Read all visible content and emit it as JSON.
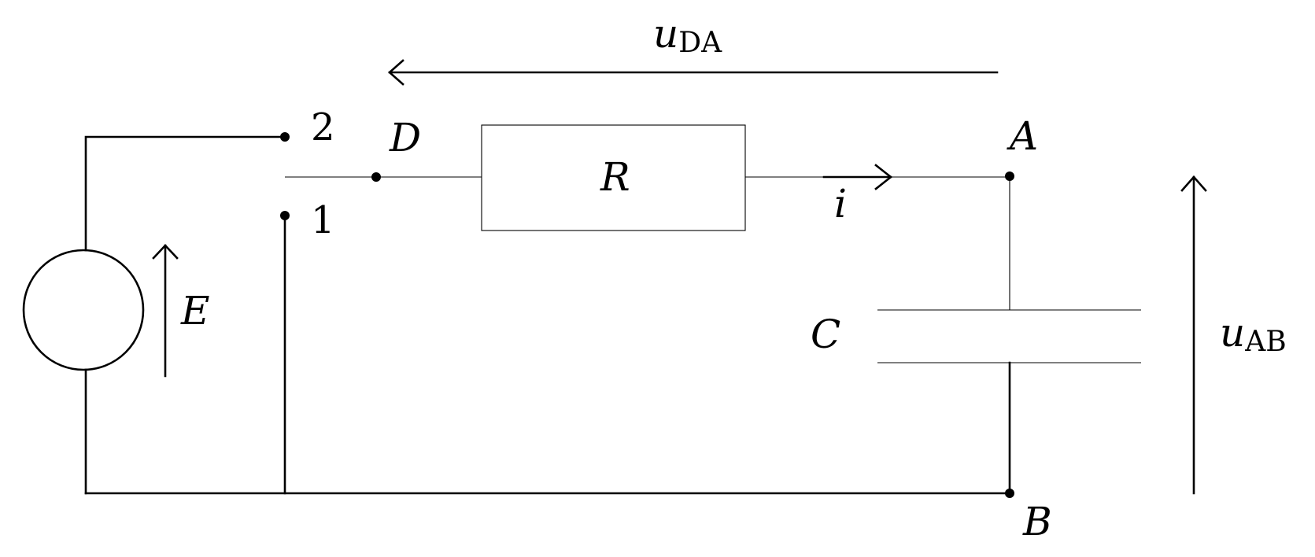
{
  "labels": {
    "E": "E",
    "R": "R",
    "C": "C",
    "i": "i",
    "node_D": "D",
    "node_A": "A",
    "node_B": "B",
    "switch_pos_2": "2",
    "switch_pos_1": "1",
    "u_DA": {
      "symbol": "u",
      "subscript": "DA"
    },
    "u_AB": {
      "symbol": "u",
      "subscript": "AB"
    }
  }
}
